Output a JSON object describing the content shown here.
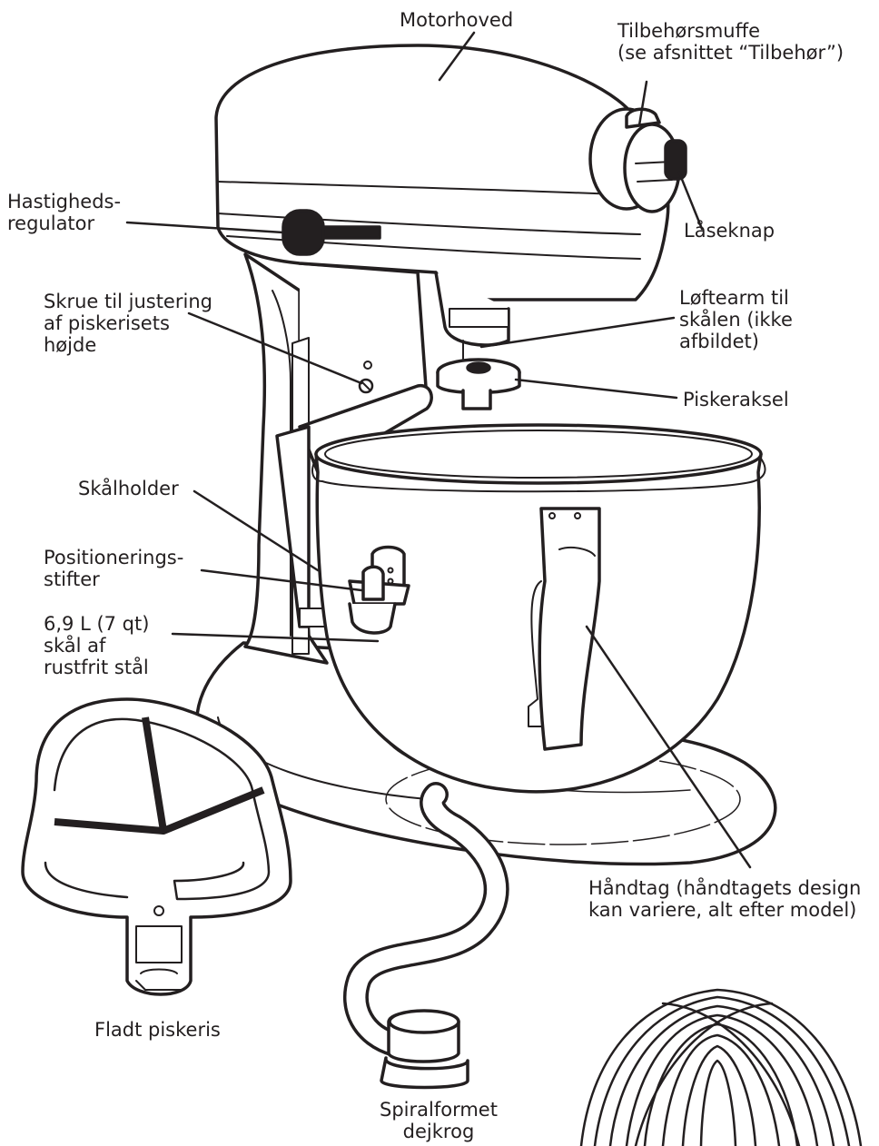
{
  "labels": {
    "motorhoved": [
      "Motorhoved"
    ],
    "tilbehorsmuffe": [
      "Tilbehørsmuffe",
      "(se afsnittet “Tilbehør”)"
    ],
    "laseknap": [
      "Låseknap"
    ],
    "hastighed": [
      "Hastigheds-",
      "regulator"
    ],
    "skrue": [
      "Skrue til justering",
      "af piskerisets",
      "højde"
    ],
    "loftearm": [
      "Løftearm til",
      "skålen (ikke",
      "afbildet)"
    ],
    "piskeraksel": [
      "Piskeraksel"
    ],
    "skalholder": [
      "Skålholder"
    ],
    "positionering": [
      "Positionerings-",
      "stifter"
    ],
    "skal": [
      "6,9 L (7 qt)",
      "skål af",
      "rustfrit stål"
    ],
    "handtag": [
      "Håndtag (håndtagets design",
      "kan variere, alt efter model)"
    ],
    "fladt": [
      "Fladt piskeris"
    ],
    "dejkrog": [
      "Spiralformet",
      "dejkrog"
    ]
  },
  "colors": {
    "line": "#231f20",
    "fill": "#ffffff",
    "shade": "#3a3637"
  }
}
